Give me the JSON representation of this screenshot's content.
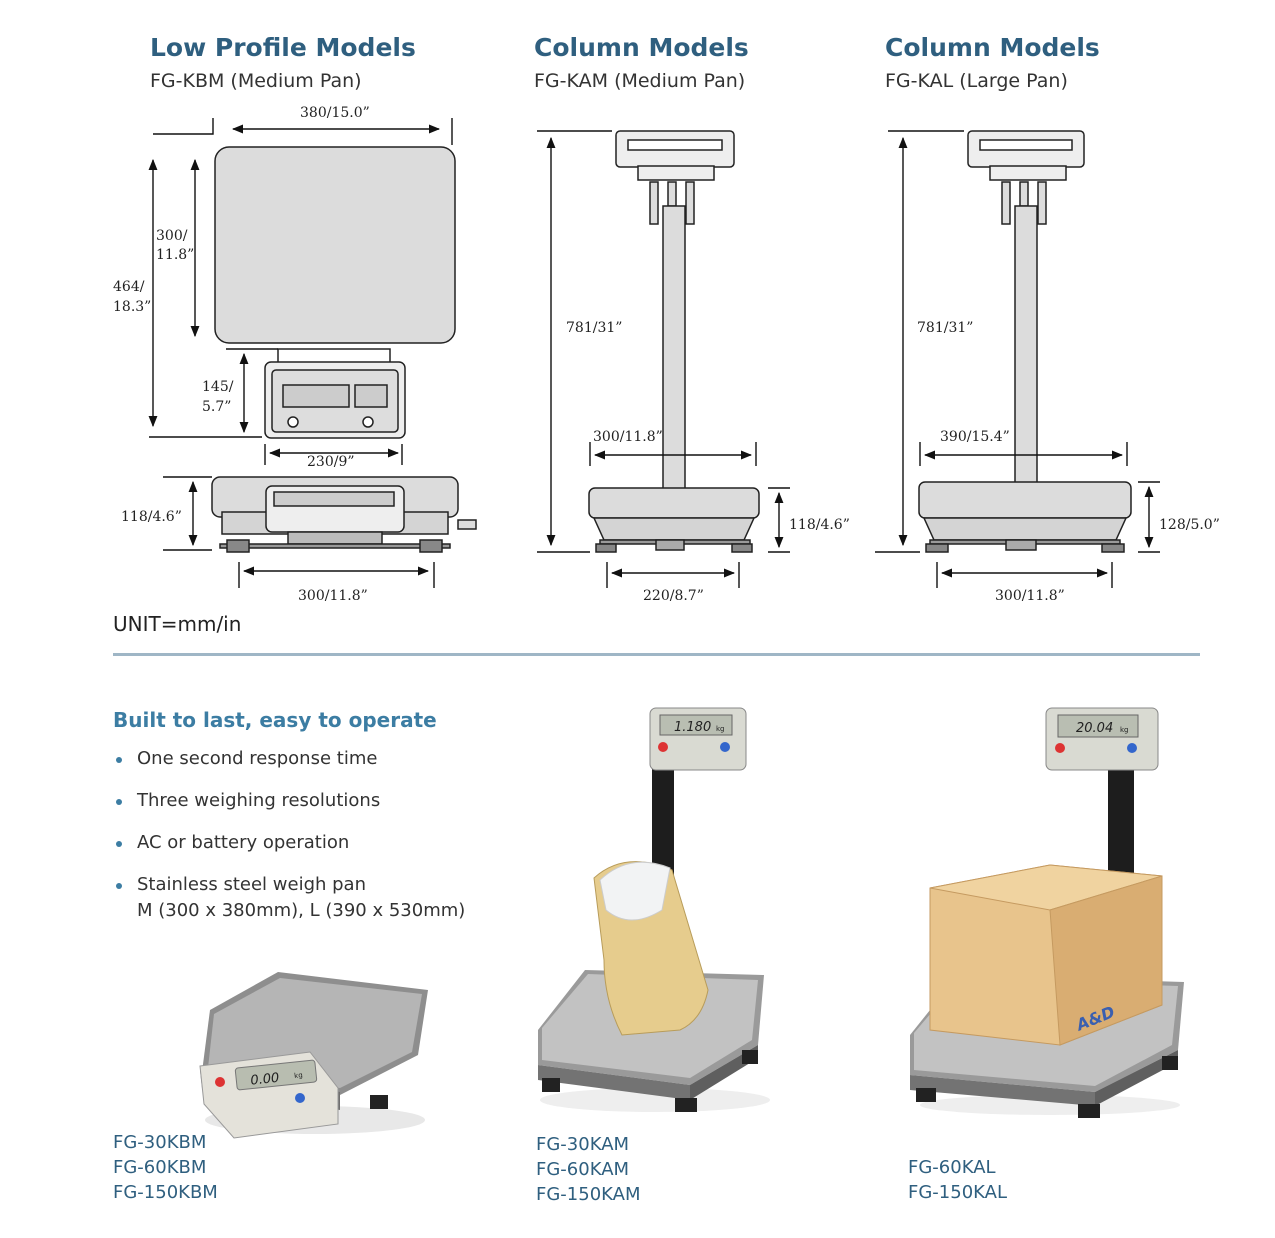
{
  "sections": [
    {
      "title": "Low Profile Models",
      "subtitle": "FG-KBM (Medium Pan)"
    },
    {
      "title": "Column Models",
      "subtitle": "FG-KAM (Medium Pan)"
    },
    {
      "title": "Column Models",
      "subtitle": "FG-KAL (Large Pan)"
    }
  ],
  "dimensions": {
    "kbm": {
      "pan_width": "380/15.0”",
      "pan_depth_a": "300/",
      "pan_depth_b": "11.8”",
      "total_a": "464/",
      "total_b": "18.3”",
      "display_a": "145/",
      "display_b": "5.7”",
      "display_width": "230/9”",
      "height": "118/4.6”",
      "base_width": "300/11.8”"
    },
    "kam": {
      "total_height": "781/31”",
      "pan_width": "300/11.8”",
      "base_height": "118/4.6”",
      "foot_width": "220/8.7”"
    },
    "kal": {
      "total_height": "781/31”",
      "pan_width": "390/15.4”",
      "base_height": "128/5.0”",
      "foot_width": "300/11.8”"
    }
  },
  "unit_label": "UNIT=mm/in",
  "features": {
    "title": "Built to last, easy to operate",
    "items": [
      "One second response time",
      "Three weighing resolutions",
      "AC or battery operation"
    ],
    "last_item_line1": "Stainless steel weigh pan",
    "last_item_line2": "M (300 x 380mm), L (390 x 530mm)"
  },
  "displays": {
    "kbm": "0.00",
    "kam": "1.180",
    "kal": "20.04",
    "unit": "kg"
  },
  "brand": "A&D",
  "models": {
    "kbm": [
      "FG-30KBM",
      "FG-60KBM",
      "FG-150KBM"
    ],
    "kam": [
      "FG-30KAM",
      "FG-60KAM",
      "FG-150KAM"
    ],
    "kal": [
      "FG-60KAL",
      "FG-150KAL"
    ]
  },
  "colors": {
    "title": "#2f5f7f",
    "accent": "#3c7da3",
    "rule": "#9fb6c6",
    "drawing_fill": "#dcdcdc",
    "box": "#e8c48c"
  }
}
